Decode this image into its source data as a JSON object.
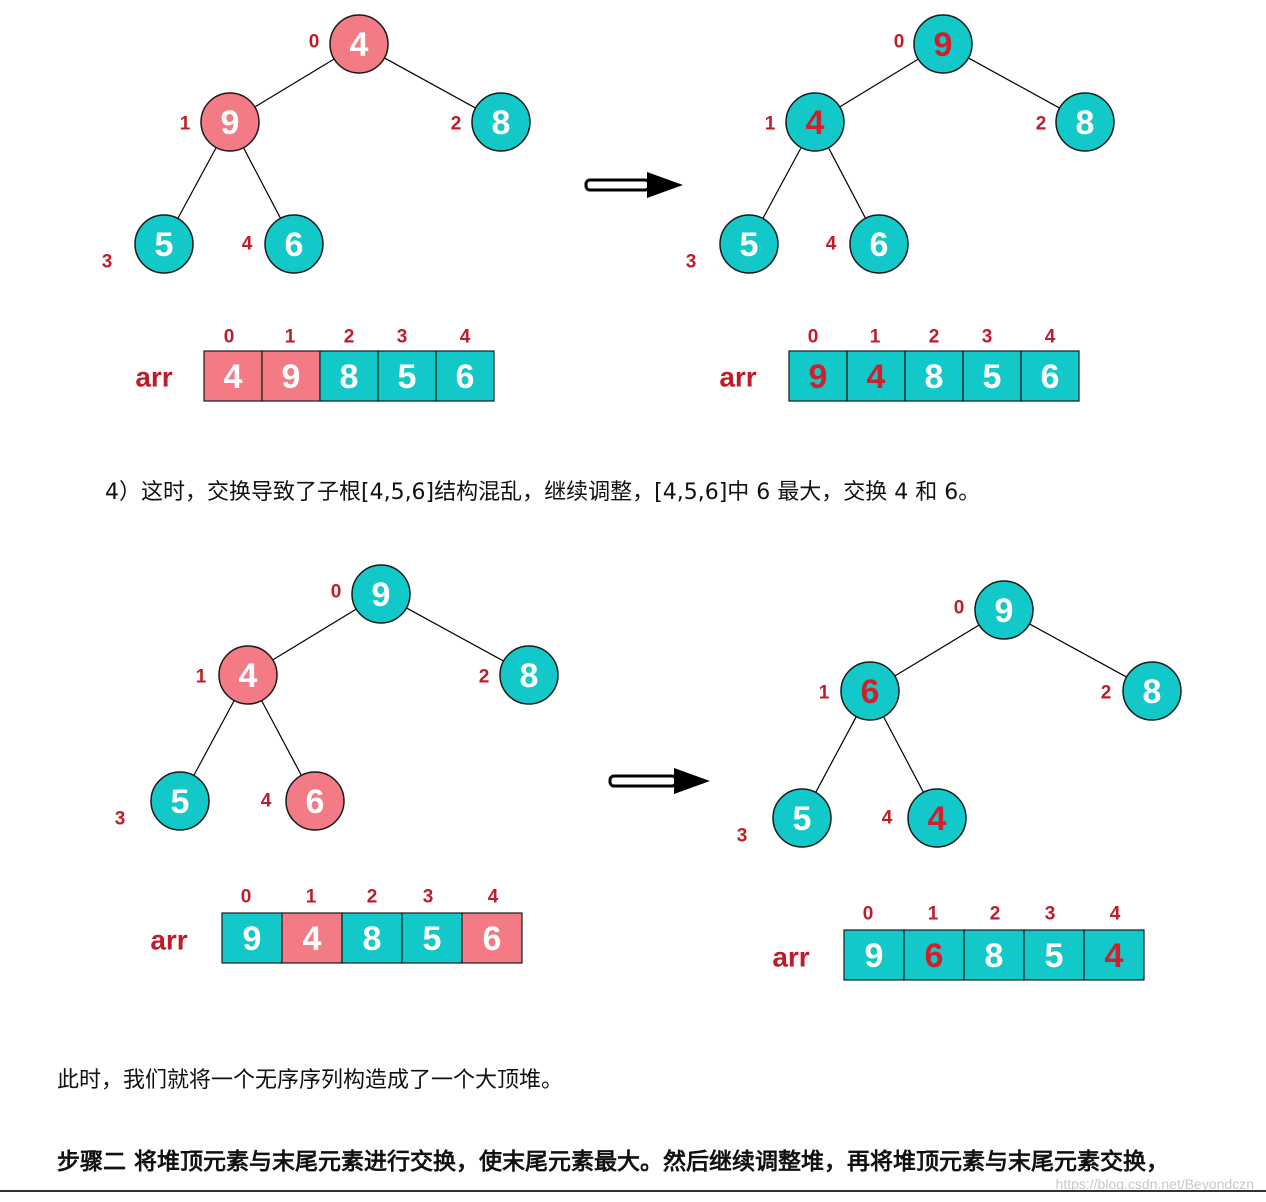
{
  "colors": {
    "highlight": "#f27b86",
    "normal": "#12c8c8",
    "emphasis_text": "#d0202c",
    "label": "#c01c28",
    "edge": "#000000"
  },
  "diagrams": [
    {
      "name": "step3-before",
      "nodes": [
        {
          "index": "0",
          "value": "4",
          "highlight": true,
          "emph": false
        },
        {
          "index": "1",
          "value": "9",
          "highlight": true,
          "emph": false
        },
        {
          "index": "2",
          "value": "8",
          "highlight": false,
          "emph": false
        },
        {
          "index": "3",
          "value": "5",
          "highlight": false,
          "emph": false
        },
        {
          "index": "4",
          "value": "6",
          "highlight": false,
          "emph": false
        }
      ],
      "array_label": "arr",
      "cells": [
        {
          "index": "0",
          "value": "4",
          "highlight": true,
          "emph": false
        },
        {
          "index": "1",
          "value": "9",
          "highlight": true,
          "emph": false
        },
        {
          "index": "2",
          "value": "8",
          "highlight": false,
          "emph": false
        },
        {
          "index": "3",
          "value": "5",
          "highlight": false,
          "emph": false
        },
        {
          "index": "4",
          "value": "6",
          "highlight": false,
          "emph": false
        }
      ]
    },
    {
      "name": "step3-after",
      "nodes": [
        {
          "index": "0",
          "value": "9",
          "highlight": false,
          "emph": true
        },
        {
          "index": "1",
          "value": "4",
          "highlight": false,
          "emph": true
        },
        {
          "index": "2",
          "value": "8",
          "highlight": false,
          "emph": false
        },
        {
          "index": "3",
          "value": "5",
          "highlight": false,
          "emph": false
        },
        {
          "index": "4",
          "value": "6",
          "highlight": false,
          "emph": false
        }
      ],
      "array_label": "arr",
      "cells": [
        {
          "index": "0",
          "value": "9",
          "highlight": false,
          "emph": true
        },
        {
          "index": "1",
          "value": "4",
          "highlight": false,
          "emph": true
        },
        {
          "index": "2",
          "value": "8",
          "highlight": false,
          "emph": false
        },
        {
          "index": "3",
          "value": "5",
          "highlight": false,
          "emph": false
        },
        {
          "index": "4",
          "value": "6",
          "highlight": false,
          "emph": false
        }
      ]
    },
    {
      "name": "step4-before",
      "nodes": [
        {
          "index": "0",
          "value": "9",
          "highlight": false,
          "emph": false
        },
        {
          "index": "1",
          "value": "4",
          "highlight": true,
          "emph": false
        },
        {
          "index": "2",
          "value": "8",
          "highlight": false,
          "emph": false
        },
        {
          "index": "3",
          "value": "5",
          "highlight": false,
          "emph": false
        },
        {
          "index": "4",
          "value": "6",
          "highlight": true,
          "emph": false
        }
      ],
      "array_label": "arr",
      "cells": [
        {
          "index": "0",
          "value": "9",
          "highlight": false,
          "emph": false
        },
        {
          "index": "1",
          "value": "4",
          "highlight": true,
          "emph": false
        },
        {
          "index": "2",
          "value": "8",
          "highlight": false,
          "emph": false
        },
        {
          "index": "3",
          "value": "5",
          "highlight": false,
          "emph": false
        },
        {
          "index": "4",
          "value": "6",
          "highlight": true,
          "emph": false
        }
      ]
    },
    {
      "name": "step4-after",
      "nodes": [
        {
          "index": "0",
          "value": "9",
          "highlight": false,
          "emph": false
        },
        {
          "index": "1",
          "value": "6",
          "highlight": false,
          "emph": true
        },
        {
          "index": "2",
          "value": "8",
          "highlight": false,
          "emph": false
        },
        {
          "index": "3",
          "value": "5",
          "highlight": false,
          "emph": false
        },
        {
          "index": "4",
          "value": "4",
          "highlight": false,
          "emph": true
        }
      ],
      "array_label": "arr",
      "cells": [
        {
          "index": "0",
          "value": "9",
          "highlight": false,
          "emph": false
        },
        {
          "index": "1",
          "value": "6",
          "highlight": false,
          "emph": true
        },
        {
          "index": "2",
          "value": "8",
          "highlight": false,
          "emph": false
        },
        {
          "index": "3",
          "value": "5",
          "highlight": false,
          "emph": false
        },
        {
          "index": "4",
          "value": "4",
          "highlight": false,
          "emph": true
        }
      ]
    }
  ],
  "text": {
    "step4": "4）这时，交换导致了子根[4,5,6]结构混乱，继续调整，[4,5,6]中 6 最大，交换 4 和 6。",
    "summary": "此时，我们就将一个无序序列构造成了一个大顶堆。",
    "step2": "步骤二 将堆顶元素与末尾元素进行交换，使末尾元素最大。然后继续调整堆，再将堆顶元素与末尾元素交换，",
    "watermark": "https://blog.csdn.net/Beyondczn"
  }
}
